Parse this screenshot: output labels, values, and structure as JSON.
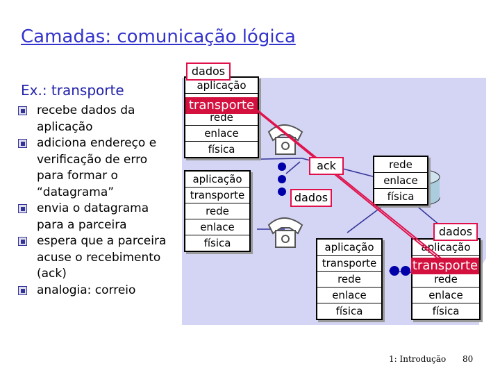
{
  "title": "Camadas: comunicação lógica",
  "subtitle": "Ex.: transporte",
  "bullets": [
    "recebe dados da aplicação",
    "adiciona endereço e verificação de erro para formar o “datagrama”",
    "envia o datagrama para a parceira",
    "espera que a parceira acuse o recebimento (ack)",
    "analogia: correio"
  ],
  "stacks": {
    "top_left": [
      "aplicação",
      "transporte",
      "rede",
      "enlace",
      "física"
    ],
    "bottom_left": [
      "aplicação",
      "transporte",
      "rede",
      "enlace",
      "física"
    ],
    "router": [
      "rede",
      "enlace",
      "física"
    ],
    "bottom_middle": [
      "aplicação",
      "transporte",
      "rede",
      "enlace",
      "física"
    ],
    "bottom_right": [
      "aplicação",
      "transporte",
      "rede",
      "enlace",
      "física"
    ]
  },
  "labels": {
    "dados_top": "dados",
    "transporte_top": "transporte",
    "ack": "ack",
    "dados_mid": "dados",
    "dados_right": "dados",
    "transporte_right": "transporte"
  },
  "colors": {
    "title": "#3333cc",
    "network_cloud": "#d4d4f4",
    "link_line": "#333399",
    "highlight_red": "#d3103e",
    "host_blue": "#0000aa"
  },
  "icons": [
    "telephone-icon",
    "telephone-icon",
    "router-icon",
    "host-icon"
  ],
  "footer": {
    "text": "1: Introdução",
    "page": "80"
  }
}
